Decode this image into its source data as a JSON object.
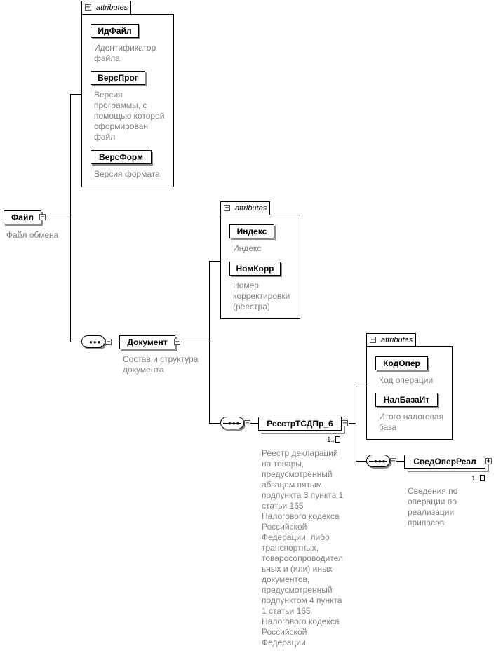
{
  "root": {
    "label": "Файл",
    "desc": "Файл обмена"
  },
  "root_attrs": {
    "tab": "attributes",
    "items": [
      {
        "label": "ИдФайл",
        "desc": "Идентификатор\nфайла"
      },
      {
        "label": "ВерсПрог",
        "desc": "Версия\nпрограммы, с\nпомощью которой\nсформирован\nфайл"
      },
      {
        "label": "ВерсФорм",
        "desc": "Версия формата"
      }
    ]
  },
  "doc": {
    "label": "Документ",
    "desc": "Состав и структура\nдокумента"
  },
  "doc_attrs": {
    "tab": "attributes",
    "items": [
      {
        "label": "Индекс",
        "desc": "Индекс"
      },
      {
        "label": "НомКорр",
        "desc": "Номер\nкорректировки\n(реестра)"
      }
    ]
  },
  "reestr": {
    "label": "РеестрТСДПр_6",
    "card": "1..",
    "desc": "Реестр деклараций\nна товары,\nпредусмотренный\nабзацем пятым\nподпункта 3 пункта 1\nстатьи 165\nНалогового кодекса\nРоссийской\nФедерации, либо\nтранспортных,\nтоваросопроводител\nьных и (или) иных\nдокументов,\nпредусмотренный\nподпунктом 4 пункта\n1 статьи 165\nНалогового кодекса\nРоссийской\nФедерации"
  },
  "reestr_attrs": {
    "tab": "attributes",
    "items": [
      {
        "label": "КодОпер",
        "desc": "Код операции"
      },
      {
        "label": "НалБазаИт",
        "desc": "Итого налоговая\nбаза"
      }
    ]
  },
  "sved": {
    "label": "СведОперРеал",
    "card": "1..",
    "desc": "Сведения по\nоперации по\nреализации\nприпасов"
  }
}
